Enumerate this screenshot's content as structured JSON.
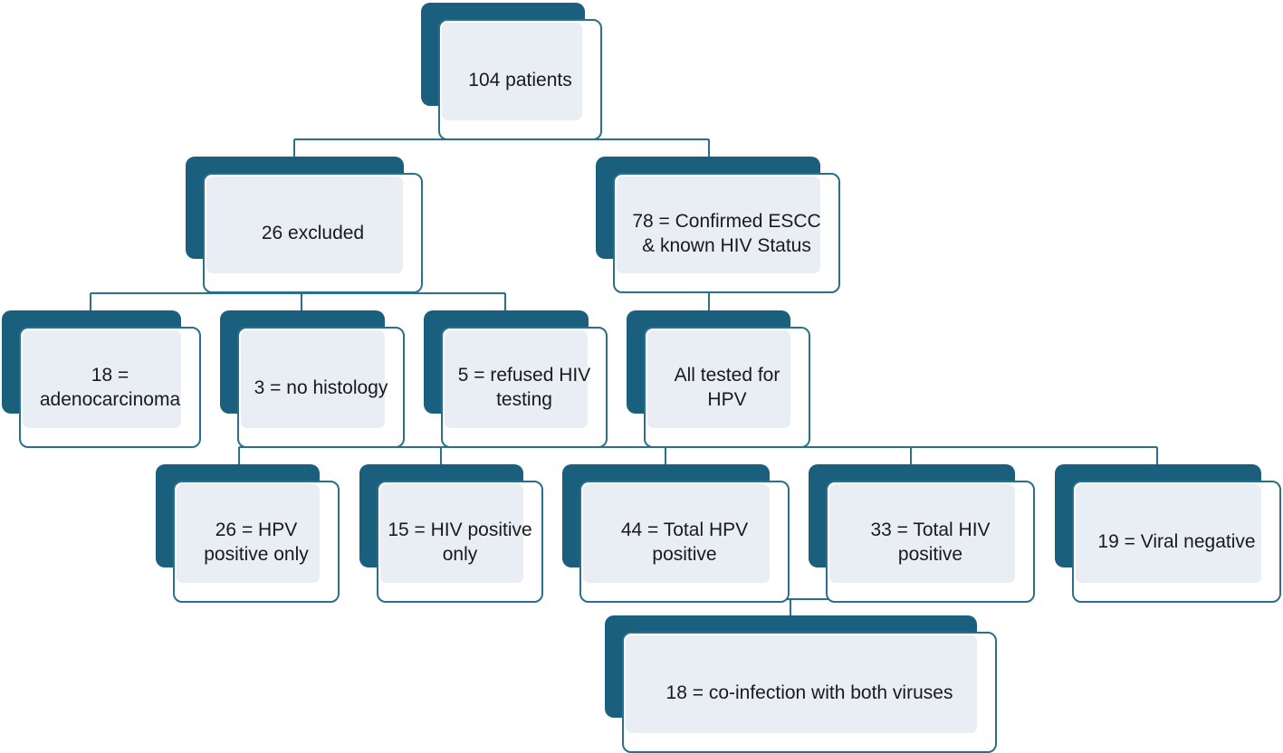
{
  "diagram": {
    "type": "flowchart",
    "colors": {
      "box_back": "#1b5f7f",
      "box_border": "#2a6f8c",
      "box_fill": "#e8eef3",
      "connector": "#2a6f8c"
    },
    "nodes": {
      "n104": "104 patients",
      "n26ex": "26 excluded",
      "n78": "78  = Confirmed ESCC & known HIV Status",
      "n18adeno": "18 = adenocarcinoma",
      "n3hist": "3 = no histology",
      "n5ref": "5 = refused HIV testing",
      "nalltest": "All tested for HPV",
      "n26hpv": "26 = HPV positive only",
      "n15hiv": "15 = HIV positive only",
      "n44hpv": "44 = Total HPV positive",
      "n33hiv": "33 = Total HIV positive",
      "n19neg": "19 = Viral negative",
      "n18coinf": "18 = co-infection with both viruses"
    },
    "edges": [
      [
        "n104",
        "n26ex"
      ],
      [
        "n104",
        "n78"
      ],
      [
        "n26ex",
        "n18adeno"
      ],
      [
        "n26ex",
        "n3hist"
      ],
      [
        "n26ex",
        "n5ref"
      ],
      [
        "n78",
        "nalltest"
      ],
      [
        "nalltest",
        "n26hpv"
      ],
      [
        "nalltest",
        "n15hiv"
      ],
      [
        "nalltest",
        "n44hpv"
      ],
      [
        "nalltest",
        "n33hiv"
      ],
      [
        "nalltest",
        "n19neg"
      ],
      [
        "n44hpv",
        "n18coinf"
      ],
      [
        "n33hiv",
        "n18coinf"
      ]
    ]
  }
}
